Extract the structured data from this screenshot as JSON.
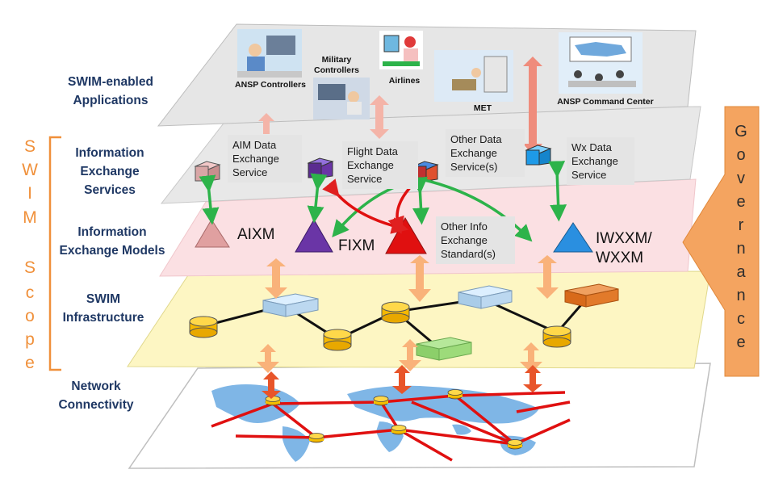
{
  "layers": {
    "applications": "SWIM-enabled Applications",
    "services": "Information Exchange Services",
    "models": "Information Exchange Models",
    "infrastructure": "SWIM Infrastructure",
    "network": "Network Connectivity"
  },
  "scope": {
    "letters": [
      "S",
      "W",
      "I",
      "M",
      "S",
      "c",
      "o",
      "p",
      "e"
    ]
  },
  "governance": {
    "letters": [
      "G",
      "o",
      "v",
      "e",
      "r",
      "n",
      "a",
      "n",
      "c",
      "e"
    ]
  },
  "apps": {
    "ansp_controllers": "ANSP Controllers",
    "military_controllers": "Military Controllers",
    "airlines": "Airlines",
    "met": "MET",
    "ansp_command_center": "ANSP Command Center"
  },
  "services": {
    "aim": "AIM Data Exchange Service",
    "flight": "Flight Data Exchange Service",
    "other": "Other Data Exchange Service(s)",
    "wx": "Wx Data Exchange Service"
  },
  "standards": {
    "aixm": "AIXM",
    "fixm": "FIXM",
    "other": "Other Info Exchange Standard(s)",
    "iwxxm": "IWXXM/",
    "wxxm": "WXXM"
  },
  "colors": {
    "scope": "#f0903a",
    "governance": "#f4a460",
    "label": "#1f3864",
    "link_green": "#2db34a",
    "link_red": "#e02020"
  }
}
